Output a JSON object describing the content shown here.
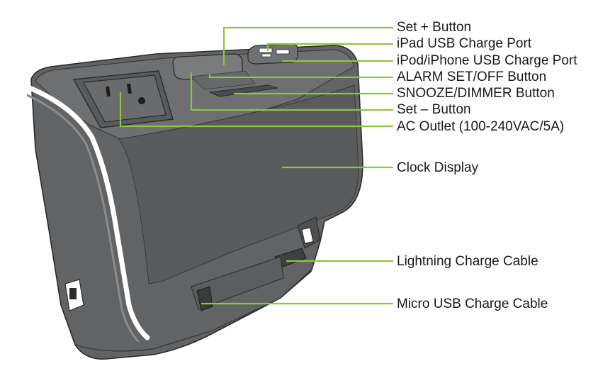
{
  "callouts": [
    {
      "id": "set_plus",
      "label": "Set + Button"
    },
    {
      "id": "ipad_usb",
      "label": "iPad USB Charge Port"
    },
    {
      "id": "ipod_usb",
      "label": "iPod/iPhone USB Charge Port"
    },
    {
      "id": "alarm",
      "label": "ALARM SET/OFF Button"
    },
    {
      "id": "snooze",
      "label": "SNOOZE/DIMMER Button"
    },
    {
      "id": "set_minus",
      "label": "Set – Button"
    },
    {
      "id": "ac_outlet",
      "label": "AC Outlet (100-240VAC/5A)"
    },
    {
      "id": "clock",
      "label": "Clock Display"
    },
    {
      "id": "lightning",
      "label": "Lightning Charge Cable"
    },
    {
      "id": "microusb",
      "label": "Micro USB Charge Cable"
    }
  ],
  "colors": {
    "leader_line": "#8cc63f",
    "body_dark": "#5f6062",
    "body_top": "#6d6e70",
    "body_edge": "#8a8b8d",
    "stripe": "#ffffff",
    "outline": "#2b2b2b"
  }
}
